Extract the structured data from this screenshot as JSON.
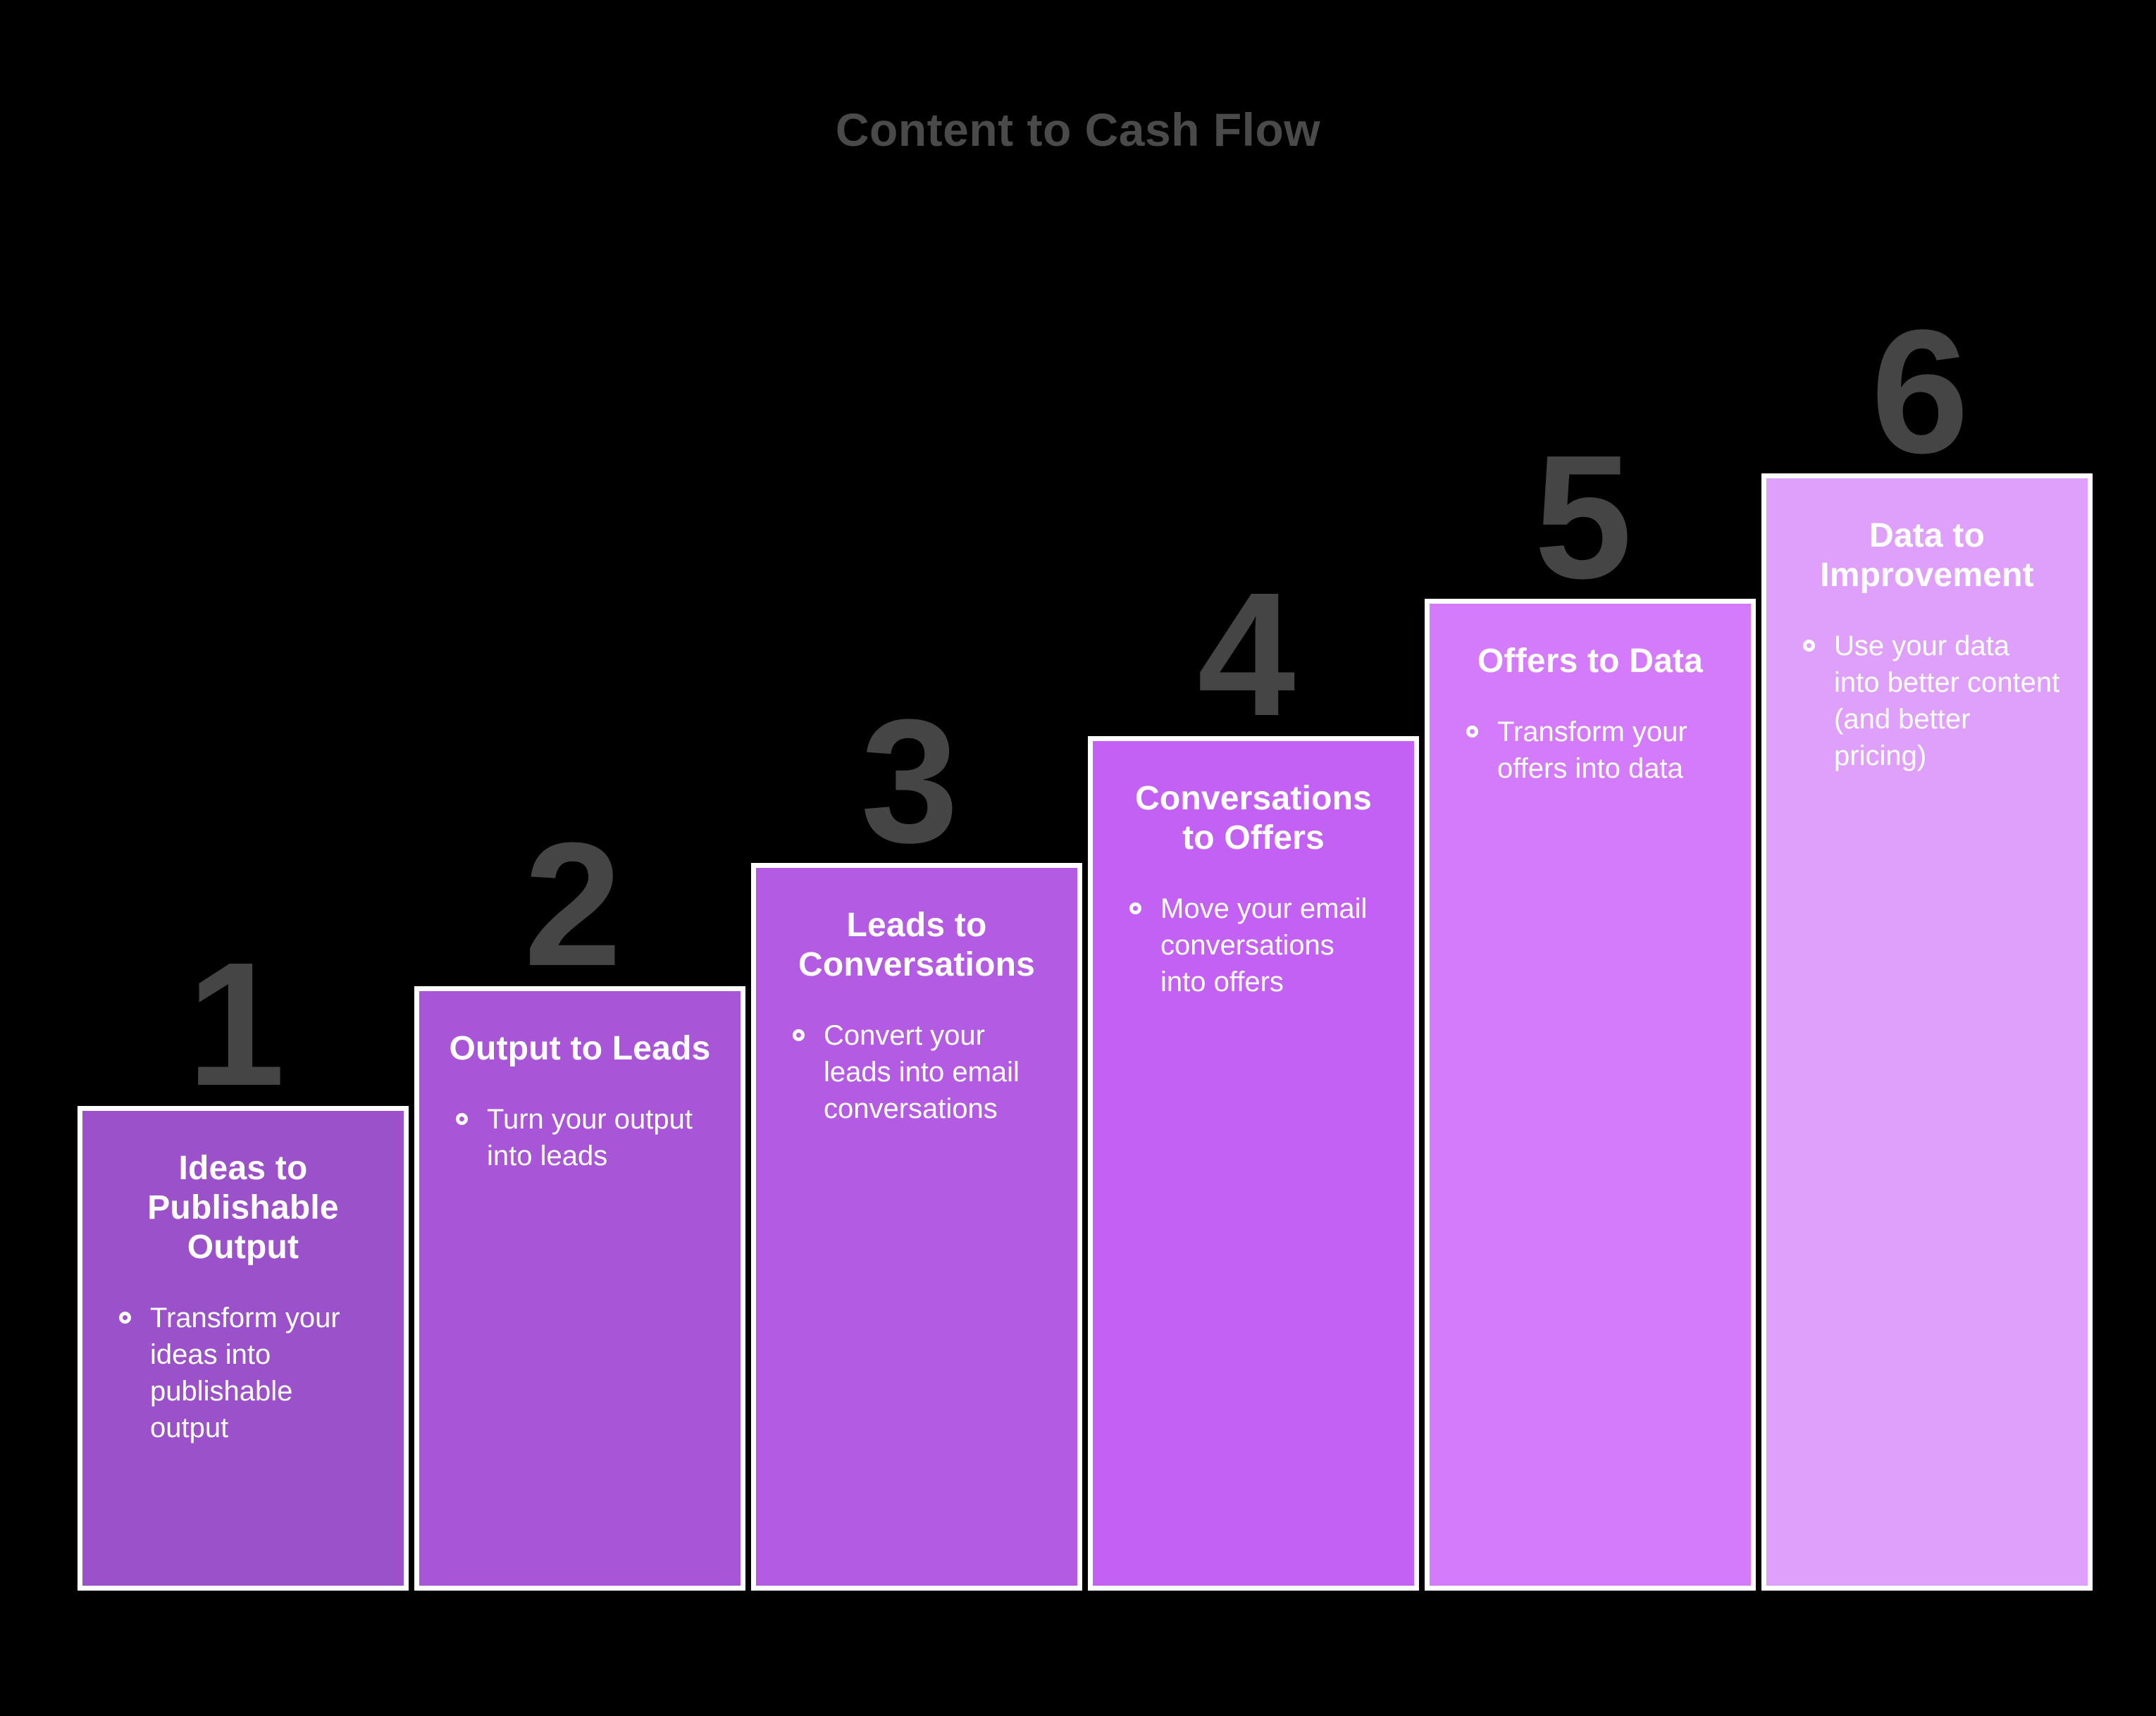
{
  "chart_data": {
    "type": "bar",
    "title": "Content to Cash Flow",
    "xlabel": "",
    "ylabel": "",
    "grid": false,
    "legend": "none",
    "background_color": "#000000",
    "title_color": "#4a4a4a",
    "number_color": "#454545",
    "bar_border_color": "#ffffff",
    "categories": [
      "Ideas to Publishable Output",
      "Output to Leads",
      "Leads to Conversations",
      "Conversations to Offers",
      "Offers to Data",
      "Data to Improvement"
    ],
    "values": [
      1,
      2,
      3,
      4,
      5,
      6
    ],
    "ylim": [
      0,
      6.5
    ],
    "colors": [
      "#9B51C9",
      "#A855D8",
      "#B45BE4",
      "#C261F4",
      "#D47BFB",
      "#DFA0FB"
    ]
  },
  "title": "Content to Cash Flow",
  "steps": [
    {
      "number": "1",
      "heading": "Ideas to Publishable Output",
      "bullets": [
        "Transform your ideas into publishable output"
      ],
      "color": "#9B51C9"
    },
    {
      "number": "2",
      "heading": "Output to Leads",
      "bullets": [
        "Turn your output into leads"
      ],
      "color": "#A855D8"
    },
    {
      "number": "3",
      "heading": "Leads to Conversations",
      "bullets": [
        "Convert your leads into email conversations"
      ],
      "color": "#B45BE4"
    },
    {
      "number": "4",
      "heading": "Conversations to Offers",
      "bullets": [
        "Move your email conversations into offers"
      ],
      "color": "#C261F4"
    },
    {
      "number": "5",
      "heading": "Offers to Data",
      "bullets": [
        "Transform your offers into data"
      ],
      "color": "#D47BFB"
    },
    {
      "number": "6",
      "heading": "Data to Improvement",
      "bullets": [
        "Use your data into better content (and better pricing)"
      ],
      "color": "#DFA0FB"
    }
  ]
}
